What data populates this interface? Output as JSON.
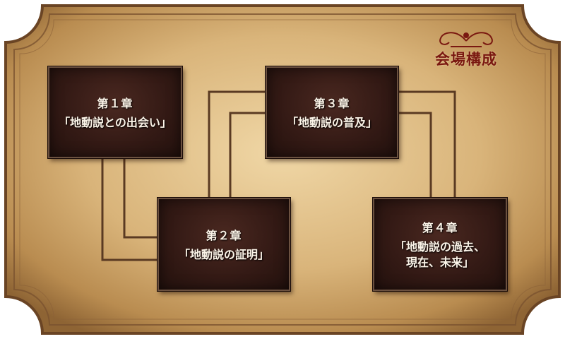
{
  "title": "会場構成",
  "chapters": [
    {
      "chapter": "第１章",
      "title": "「地動説との出会い」"
    },
    {
      "chapter": "第２章",
      "title": "「地動説の証明」"
    },
    {
      "chapter": "第３章",
      "title": "「地動説の普及」"
    },
    {
      "chapter": "第４章",
      "title": "「地動説の過去、\n現在、未来」"
    }
  ],
  "colors": {
    "parchment": "#d8b47a",
    "box": "#341a15",
    "text": "#fbf4e8",
    "title": "#7a1810",
    "frame_line": "#5a3a22"
  }
}
